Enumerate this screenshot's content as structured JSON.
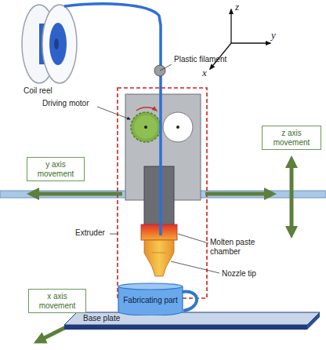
{
  "diagram": {
    "nodes": [
      {
        "text": [
          "y axis movement"
        ]
      },
      {
        "text": [
          "z axis movement"
        ]
      },
      {
        "text": [
          "x axis movement"
        ]
      },
      {
        "text": [
          "Fabricating part"
        ]
      }
    ],
    "labels": [
      "Plastic filament",
      "z",
      "y",
      "x",
      "Coil reel",
      "Driving motor",
      "Extruder",
      "Molten paste chamber",
      "Nozzle tip",
      "Base plate"
    ]
  }
}
